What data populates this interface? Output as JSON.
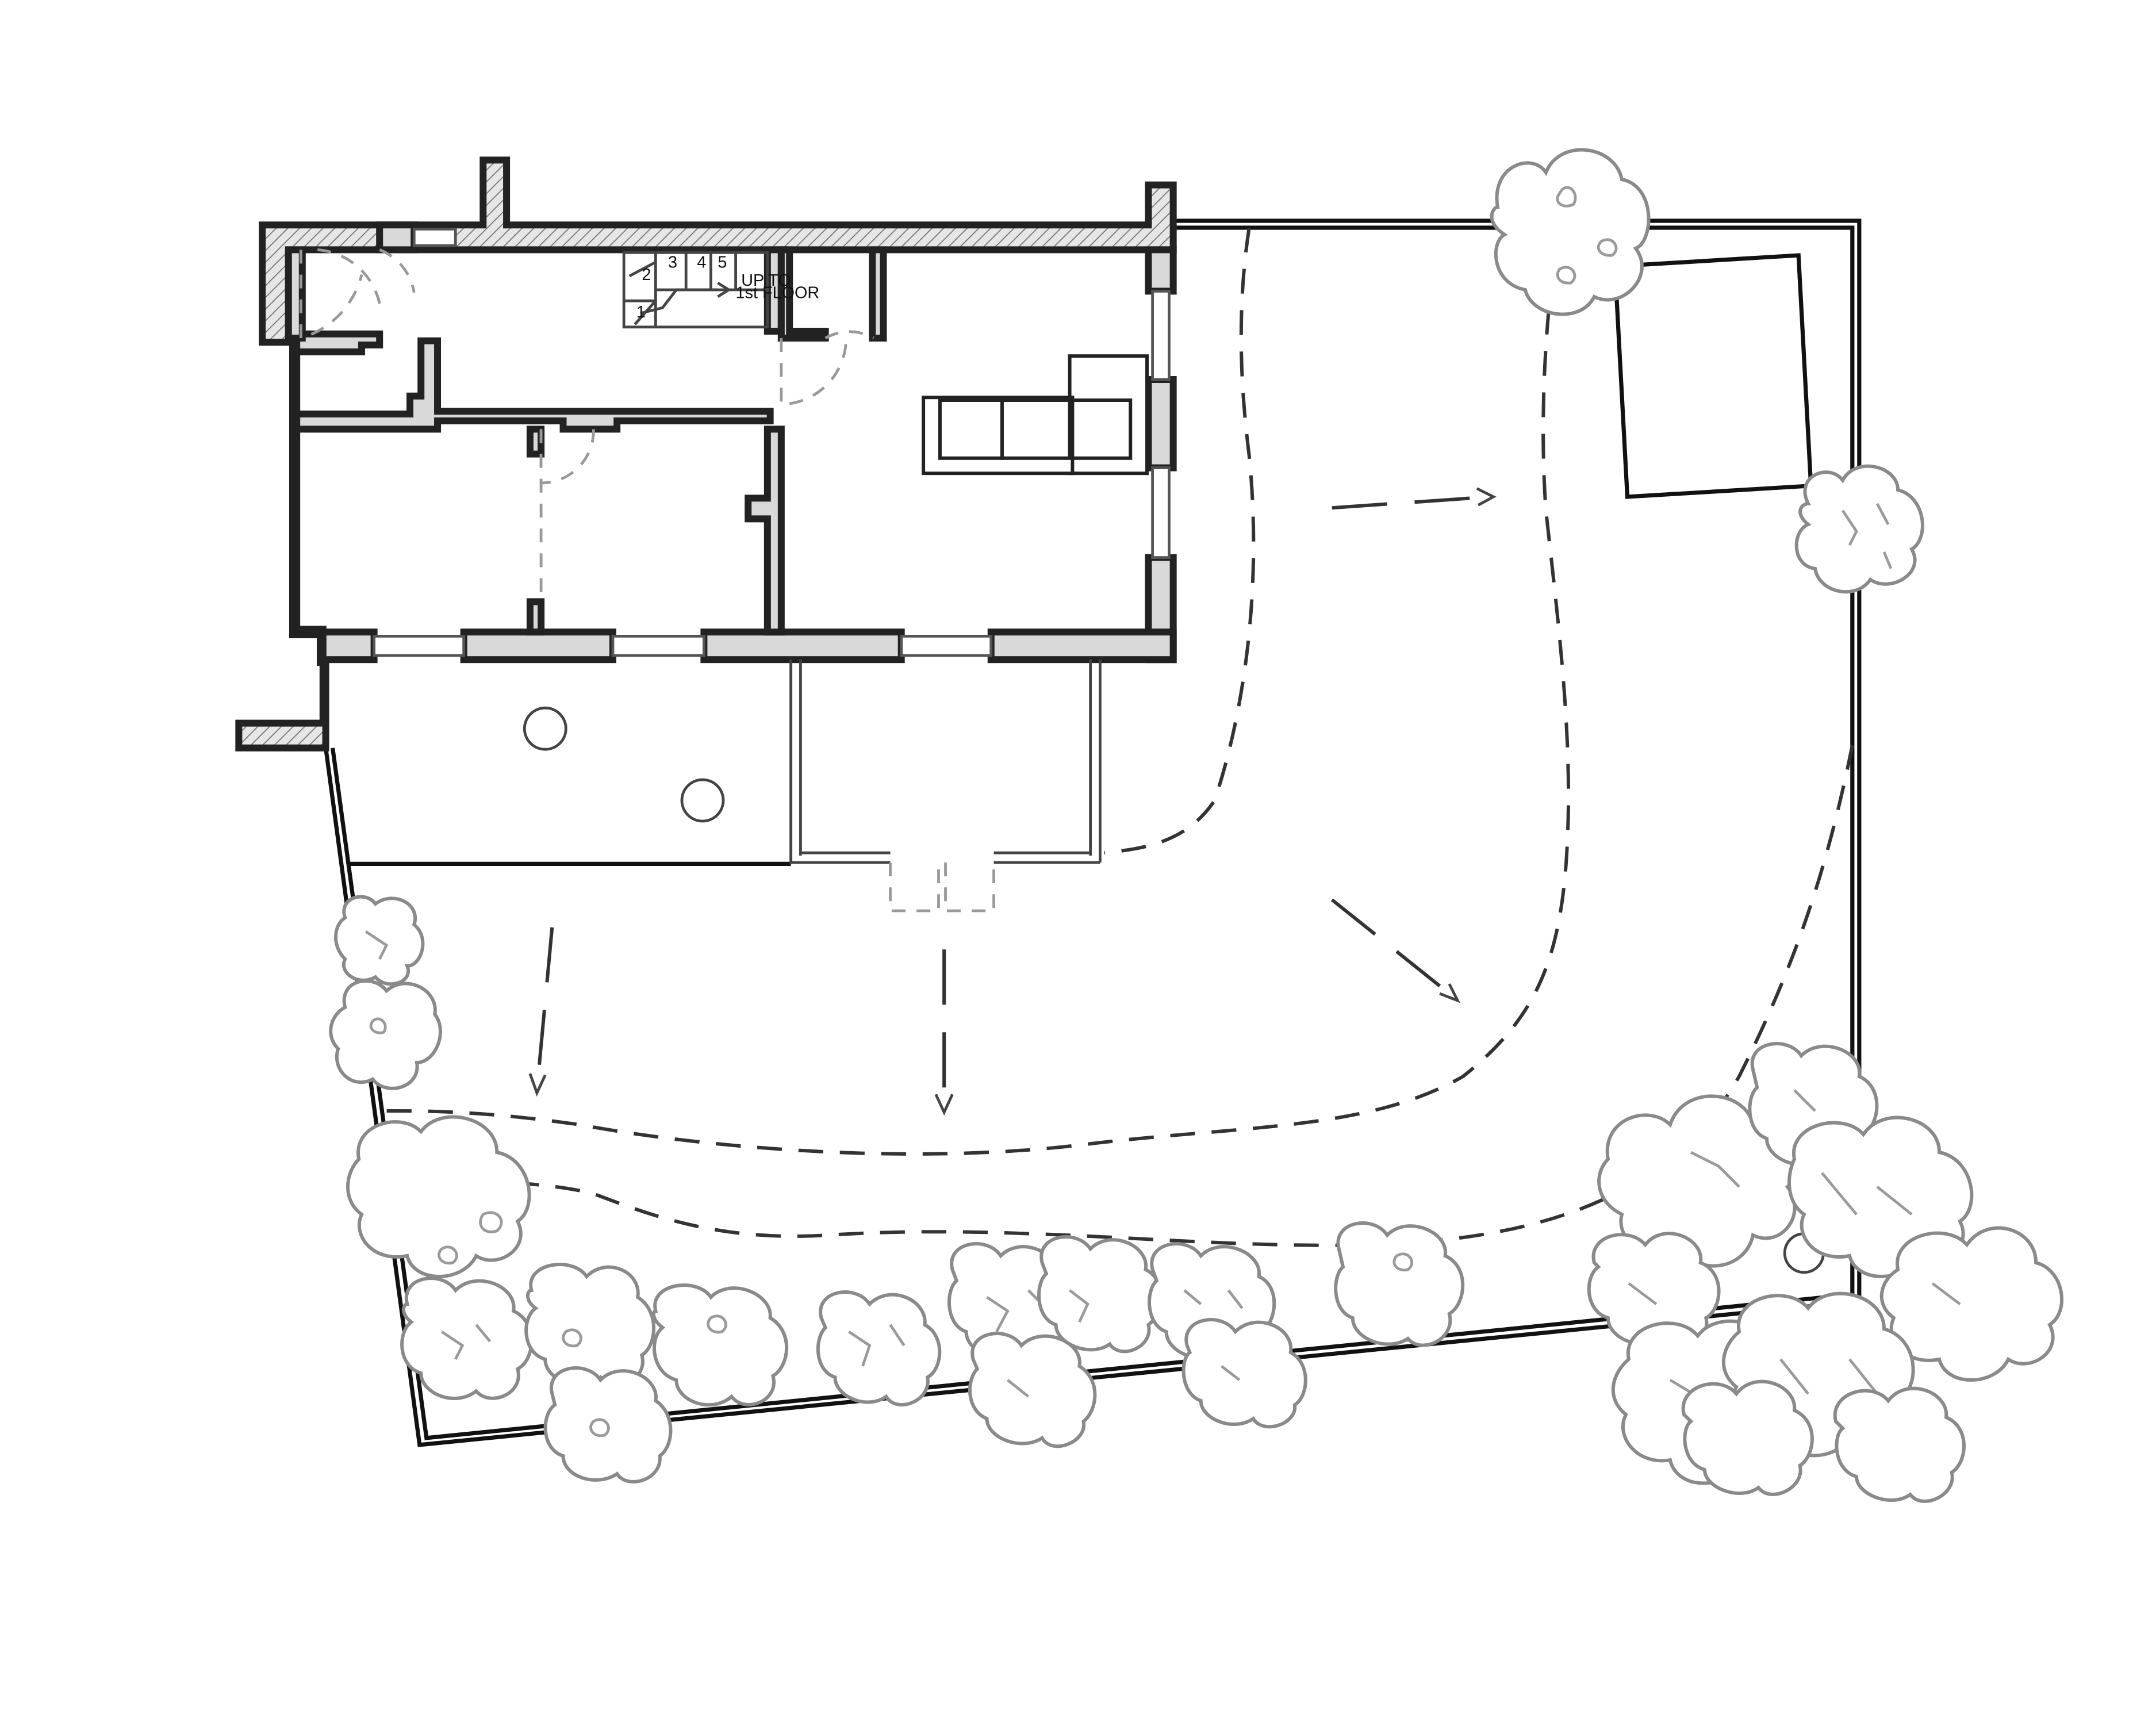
{
  "stairs": {
    "steps": [
      "1",
      "2",
      "3",
      "4",
      "5"
    ],
    "label_line1": "UP TO",
    "label_line2": "1st FLOOR"
  },
  "colors": {
    "wall_fill": "#d9d9d9",
    "line": "#111111",
    "vegetation": "#8a8a8a"
  },
  "icons": [
    "tree-icon",
    "circulation-arrow-icon",
    "stair-arrow-icon"
  ]
}
